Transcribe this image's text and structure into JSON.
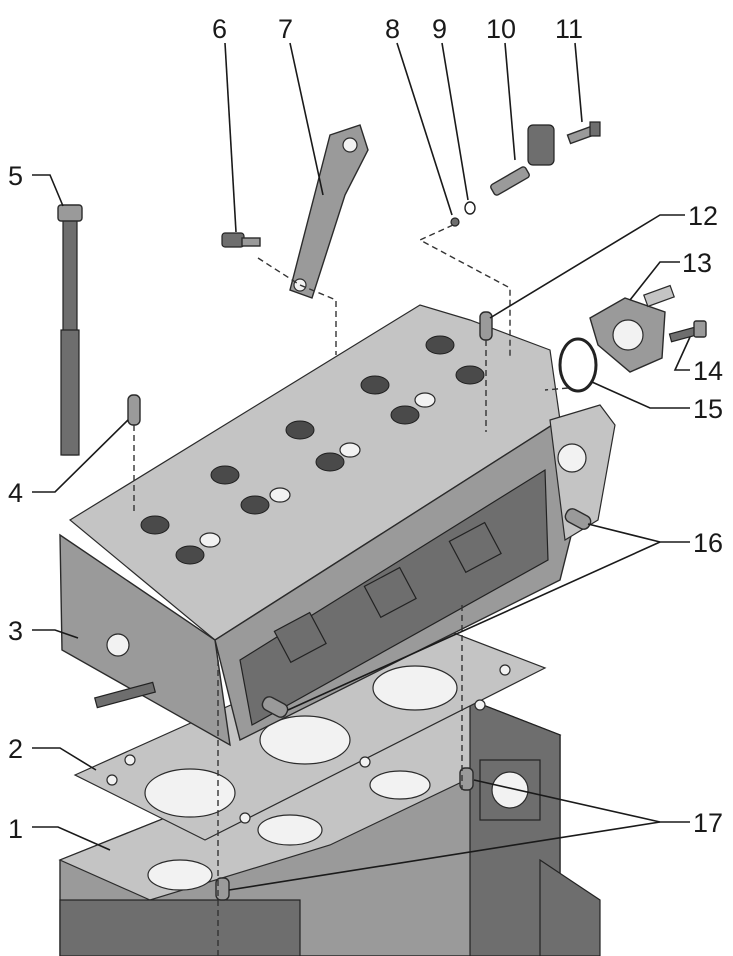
{
  "callouts": [
    {
      "id": "1",
      "label": "1"
    },
    {
      "id": "2",
      "label": "2"
    },
    {
      "id": "3",
      "label": "3"
    },
    {
      "id": "4",
      "label": "4"
    },
    {
      "id": "5",
      "label": "5"
    },
    {
      "id": "6",
      "label": "6"
    },
    {
      "id": "7",
      "label": "7"
    },
    {
      "id": "8",
      "label": "8"
    },
    {
      "id": "9",
      "label": "9"
    },
    {
      "id": "10",
      "label": "10"
    },
    {
      "id": "11",
      "label": "11"
    },
    {
      "id": "12",
      "label": "12"
    },
    {
      "id": "13",
      "label": "13"
    },
    {
      "id": "14",
      "label": "14"
    },
    {
      "id": "15",
      "label": "15"
    },
    {
      "id": "16",
      "label": "16"
    },
    {
      "id": "17",
      "label": "17"
    }
  ],
  "colors": {
    "background": "#ffffff",
    "metal": "#9a9a9a",
    "metal_light": "#c4c4c4",
    "metal_dark": "#6e6e6e",
    "lines": "#1a1a1a"
  }
}
